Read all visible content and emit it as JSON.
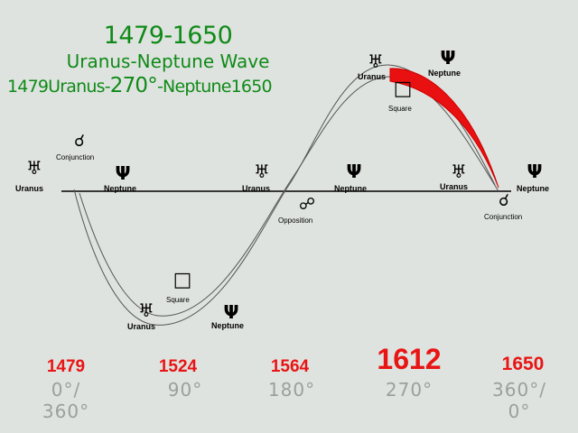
{
  "title": {
    "years": "1479-1650",
    "name": "Uranus-Neptune Wave",
    "line3_start": "1479Uranus-",
    "line3_angle": "270°",
    "line3_end": "-Neptune1650"
  },
  "glyphs": {
    "uranus": "♅",
    "neptune": "Ψ",
    "conjunction": "☌",
    "opposition": "☍",
    "square": "□"
  },
  "labels": {
    "uranus": "Uranus",
    "neptune": "Neptune",
    "conjunction": "Conjunction",
    "opposition": "Opposition",
    "square": "Square"
  },
  "timeline": [
    {
      "year": "1479",
      "angle": "0°/",
      "angle2": "360°"
    },
    {
      "year": "1524",
      "angle": "90°",
      "angle2": ""
    },
    {
      "year": "1564",
      "angle": "180°",
      "angle2": ""
    },
    {
      "year": "1612",
      "angle": "270°",
      "angle2": ""
    },
    {
      "year": "1650",
      "angle": "360°/",
      "angle2": "0°"
    }
  ],
  "colors": {
    "title": "#0f8a18",
    "year": "#e81515",
    "highlight": "#e81010",
    "degree": "#9aa09c",
    "background": "#dfe3df"
  }
}
